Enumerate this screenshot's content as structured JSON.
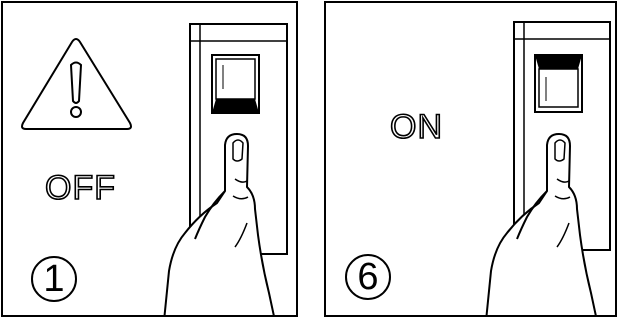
{
  "panels": [
    {
      "step": "1",
      "state_label": "OFF",
      "warning_icon": "exclamation-triangle-icon",
      "switch_state": "off"
    },
    {
      "step": "6",
      "state_label": "ON",
      "switch_state": "on"
    }
  ]
}
